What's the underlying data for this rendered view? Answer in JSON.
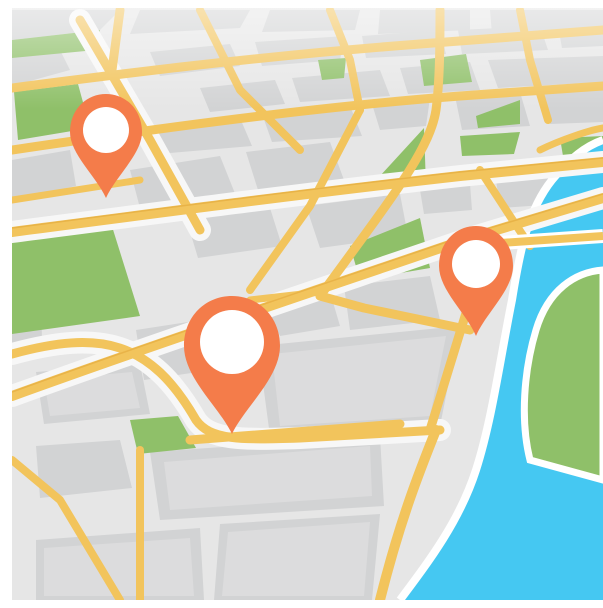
{
  "map": {
    "colors": {
      "background": "#ffffff",
      "ground": "#e6e6e6",
      "block": "#d2d3d4",
      "block_light": "#dcdcdd",
      "park": "#8fc069",
      "park_dark": "#7aad57",
      "road": "#f2c45c",
      "road_edge": "#e3a93a",
      "curb": "#f7f7f7",
      "water": "#45c8f2",
      "water_shore": "#ffffff",
      "pin": "#f47c4a",
      "pin_shadow": "#d9653a",
      "pin_hole": "#ffffff"
    },
    "features": {
      "river": "river",
      "parks": "park",
      "roads": "road",
      "blocks": "city-block"
    },
    "pins": [
      {
        "name": "pin-top-left",
        "icon": "map-marker-icon"
      },
      {
        "name": "pin-center",
        "icon": "map-marker-icon"
      },
      {
        "name": "pin-right",
        "icon": "map-marker-icon"
      }
    ]
  }
}
